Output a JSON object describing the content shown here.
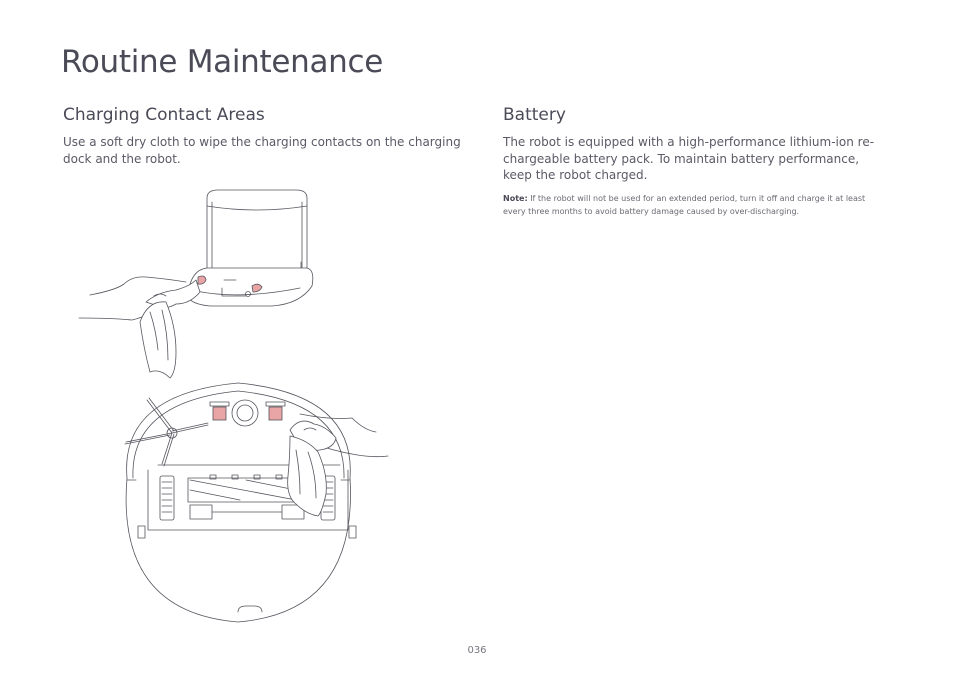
{
  "page": {
    "title": "Routine Maintenance",
    "page_number": "036"
  },
  "left_section": {
    "heading": "Charging Contact Areas",
    "body": "Use a soft dry cloth to wipe the charging contacts on the charging dock and the robot."
  },
  "right_section": {
    "heading": "Battery",
    "body": "The robot is equipped with a high-performance lithium-ion re-chargeable battery pack. To maintain battery performance, keep the robot charged.",
    "note_label": "Note:",
    "note_text": "If the robot will not be used for an extended period, turn it off and charge it at least every three months to avoid battery damage caused by over-discharging."
  },
  "colors": {
    "text": "#4b4b58",
    "contact_highlight": "#e9a5a5"
  }
}
